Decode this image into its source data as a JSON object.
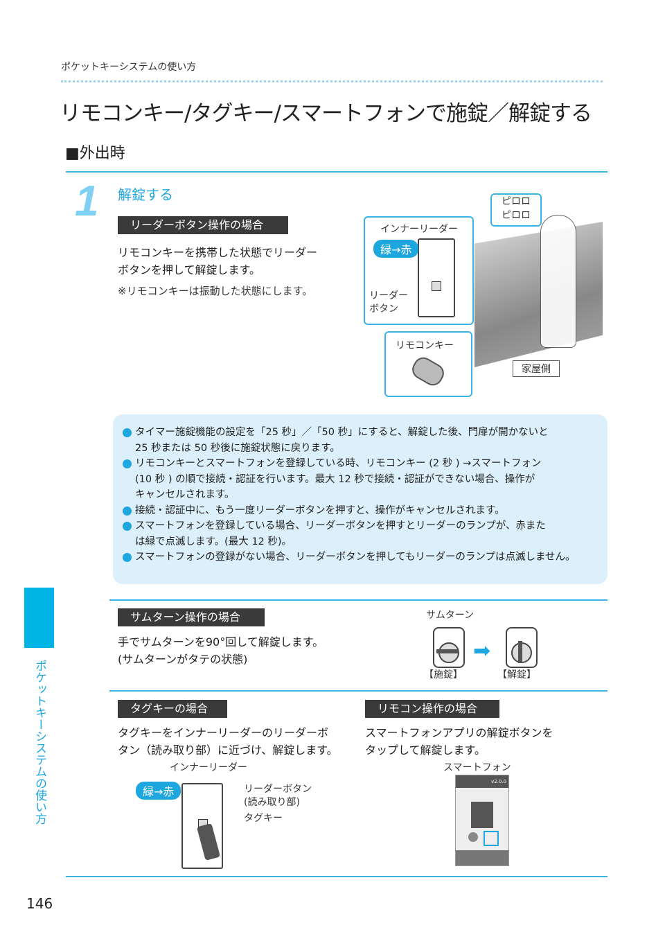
{
  "header": {
    "section": "ポケットキーシステムの使い方"
  },
  "title": "リモコンキー/タグキー/スマートフォンで施錠／解錠する",
  "subheading": "■外出時",
  "step": {
    "number": "1",
    "title": "解錠する"
  },
  "reader_button": {
    "label": "リーダーボタン操作の場合",
    "text_lines": [
      "リモコンキーを携帯した状態でリーダー",
      "ボタンを押して解錠します。"
    ],
    "note": "※リモコンキーは振動した状態にします。",
    "illustration": {
      "sound": [
        "ピロロ",
        "ピロロ"
      ],
      "inner_reader": "インナーリーダー",
      "lamp": "緑→赤",
      "reader_button": [
        "リーダー",
        "ボタン"
      ],
      "remote_key": "リモコンキー",
      "house_side": "家屋側"
    }
  },
  "info": [
    [
      "タイマー施錠機能の設定を「25 秒」／「50 秒」にすると、解錠した後、門扉が開かないと",
      "25 秒または 50 秒後に施錠状態に戻ります。"
    ],
    [
      "リモコンキーとスマートフォンを登録している時、リモコンキー (2 秒 ) →スマートフォン",
      "(10 秒 ) の順で接続・認証を行います。最大 12 秒で接続・認証ができない場合、操作が",
      "キャンセルされます。"
    ],
    [
      "接続・認証中に、もう一度リーダーボタンを押すと、操作がキャンセルされます。"
    ],
    [
      "スマートフォンを登録している場合、リーダーボタンを押すとリーダーのランプが、赤また",
      "は緑で点滅します。(最大 12 秒)。"
    ],
    [
      "スマートフォンの登録がない場合、リーダーボタンを押してもリーダーのランプは点滅しません。"
    ]
  ],
  "thumbturn": {
    "label": "サムターン操作の場合",
    "text_lines": [
      "手でサムターンを90°回して解錠します。",
      "(サムターンがタテの状態)"
    ],
    "illustration": {
      "title": "サムターン",
      "locked": "【施錠】",
      "unlocked": "【解錠】"
    }
  },
  "tagkey": {
    "label": "タグキーの場合",
    "text_lines": [
      "タグキーをインナーリーダーのリーダーボ",
      "タン（読み取り部）に近づけ、解錠します。"
    ],
    "illustration": {
      "inner_reader": "インナーリーダー",
      "lamp": "緑→赤",
      "reader_button": [
        "リーダーボタン",
        "(読み取り部)"
      ],
      "tag_key": "タグキー"
    }
  },
  "remote": {
    "label": "リモコン操作の場合",
    "text_lines": [
      "スマートフォンアプリの解錠ボタンを",
      "タップして解錠します。"
    ],
    "illustration": {
      "title": "スマートフォン",
      "version": "v2.0.0"
    }
  },
  "side_tab": "ポケットキーシステムの使い方",
  "page_number": "146",
  "colors": {
    "accent": "#1ea7df",
    "info_bg": "#dcf0fb",
    "label_bg": "#3a3a3a"
  }
}
